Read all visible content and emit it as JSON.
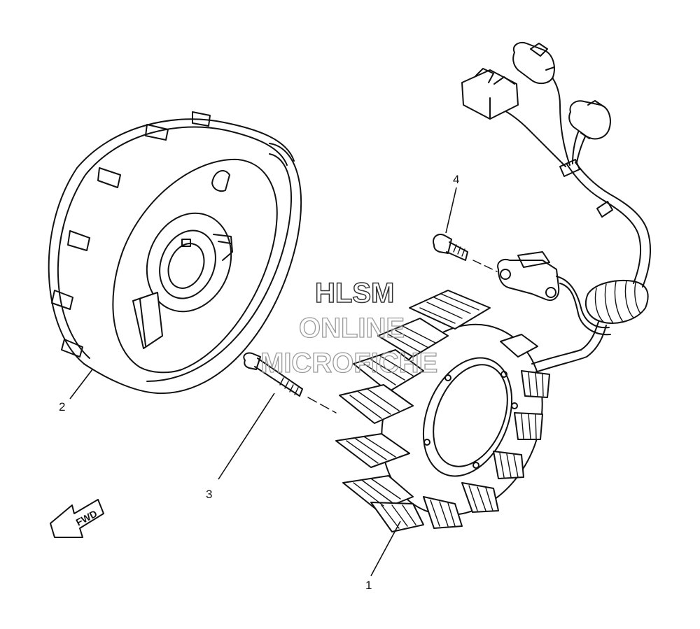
{
  "callouts": [
    {
      "number": "1",
      "part": "stator-assembly"
    },
    {
      "number": "2",
      "part": "rotor-flywheel"
    },
    {
      "number": "3",
      "part": "bolt"
    },
    {
      "number": "4",
      "part": "screw"
    }
  ],
  "direction_label": "FWD",
  "watermark": {
    "line1": "HLSM",
    "line2": "ONLINE",
    "line3": "MICROFICHE"
  }
}
